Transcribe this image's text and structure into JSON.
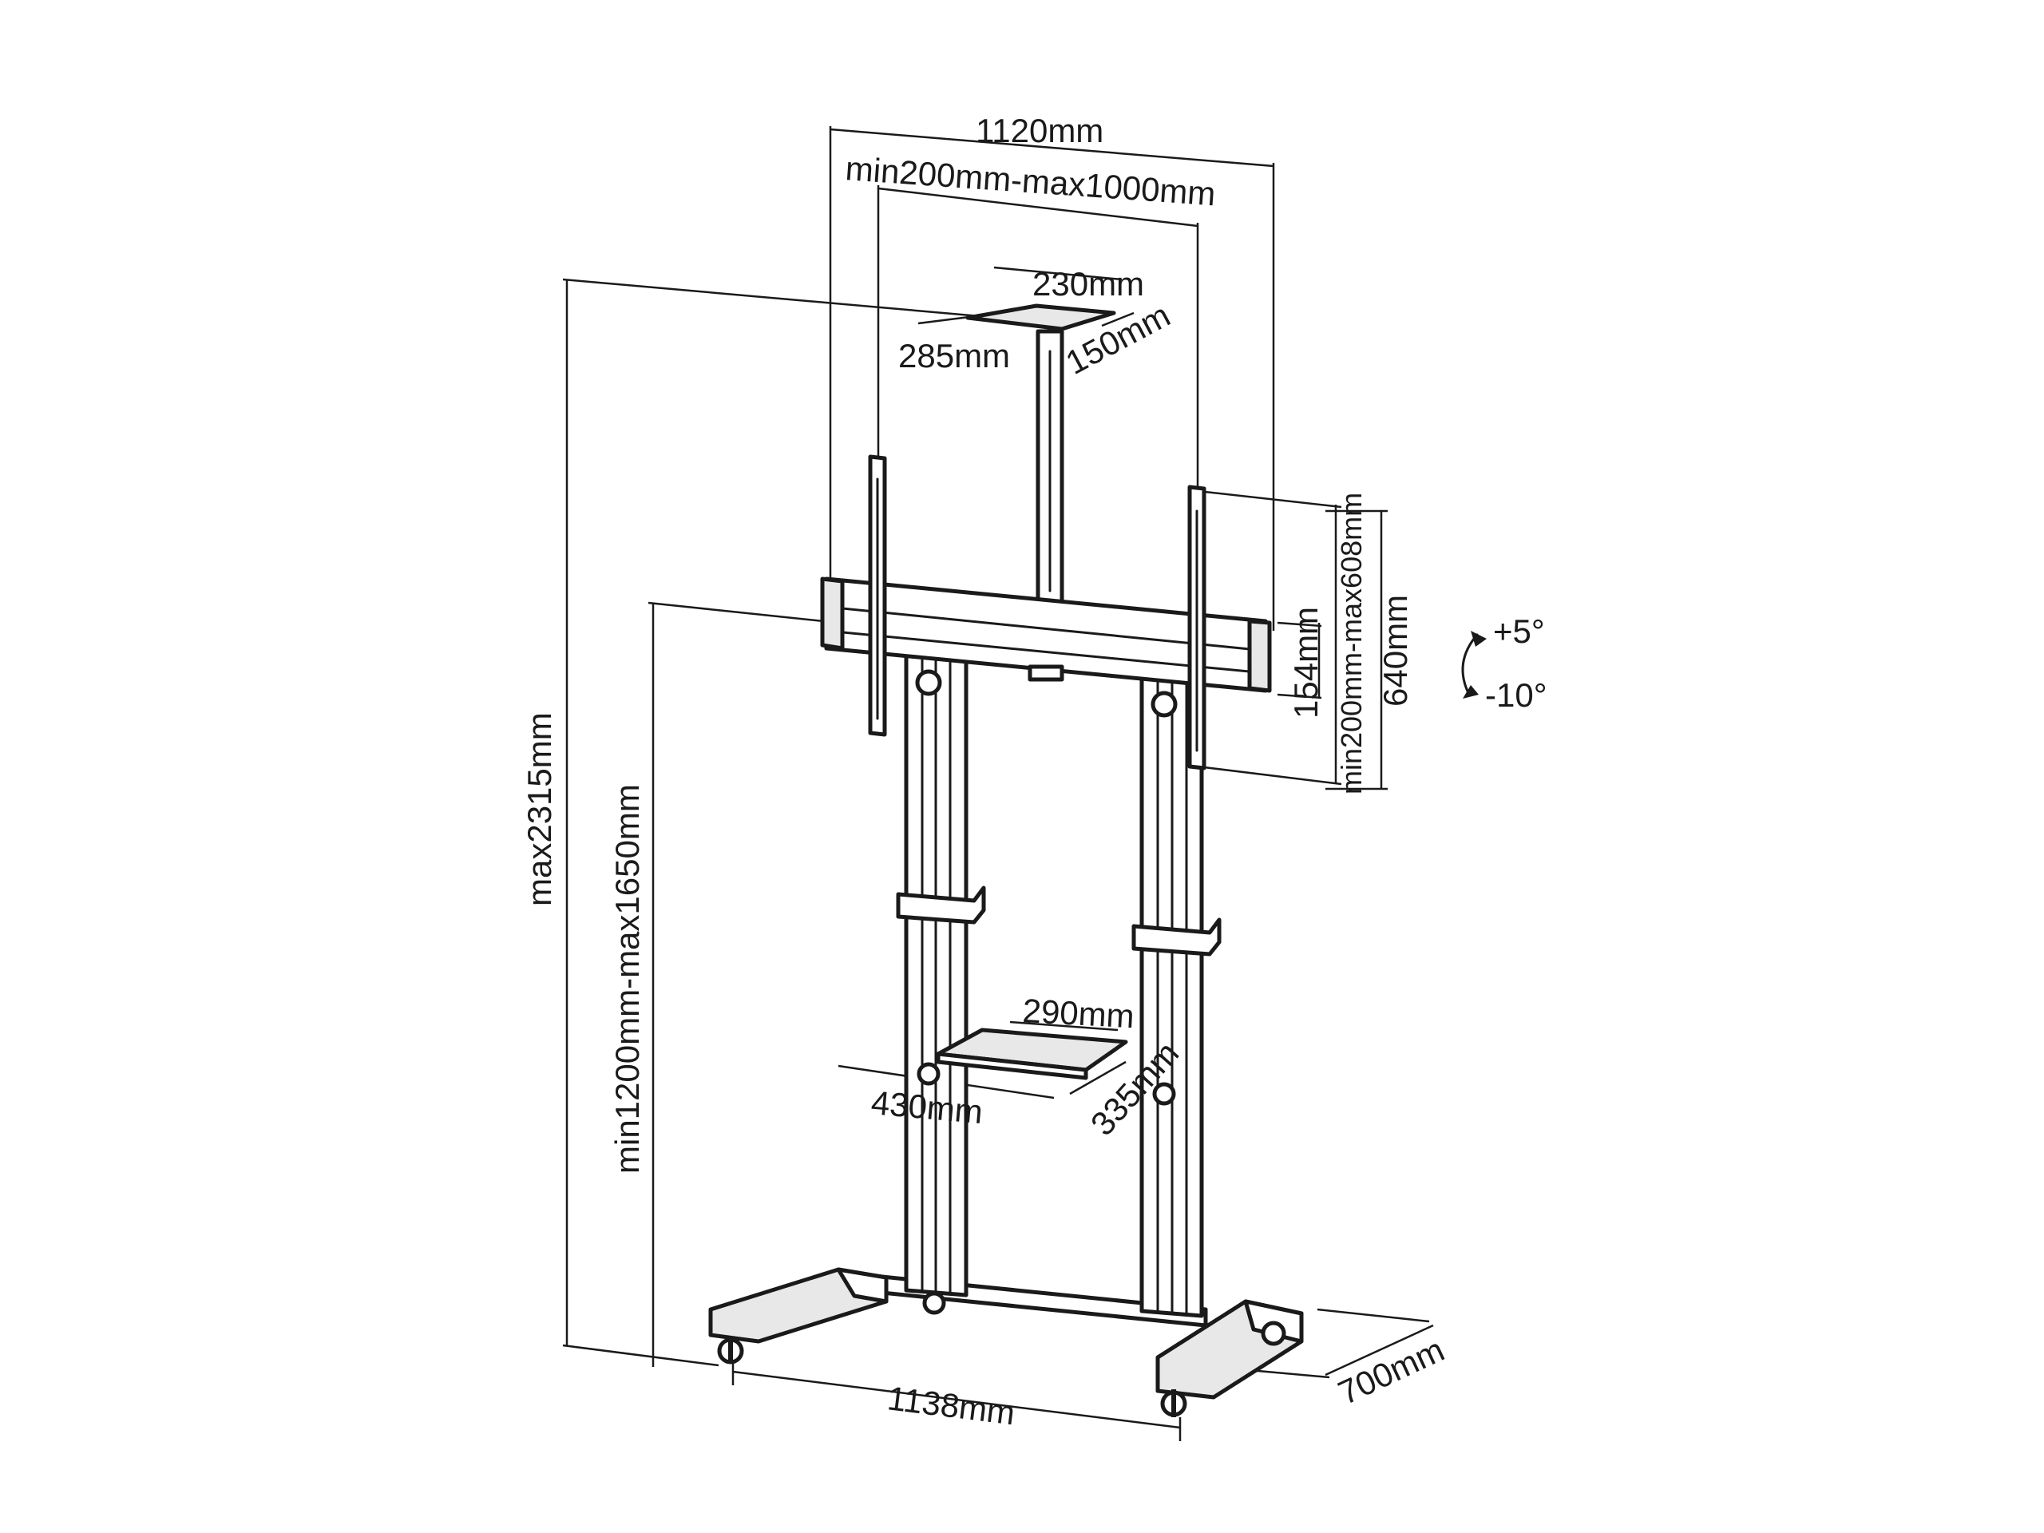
{
  "dimensions": {
    "overall_width": "1120mm",
    "vesa_range": "min200mm-max1000mm",
    "top_shelf_width": "230mm",
    "top_shelf_depth": "285mm",
    "top_shelf_height": "150mm",
    "max_height": "max2315mm",
    "height_range": "min1200mm-max1650mm",
    "bracket_height": "154mm",
    "vertical_mount_range": "min200mm-max608mm",
    "arm_height": "640mm",
    "tilt_up": "+5°",
    "tilt_down": "-10°",
    "middle_shelf_width": "290mm",
    "middle_shelf_length": "430mm",
    "middle_shelf_depth": "335mm",
    "base_width": "1138mm",
    "base_depth": "700mm"
  },
  "colors": {
    "line": "#1a1a1a",
    "background": "#ffffff"
  },
  "icons": {
    "tilt": "tilt-arrows-icon"
  }
}
